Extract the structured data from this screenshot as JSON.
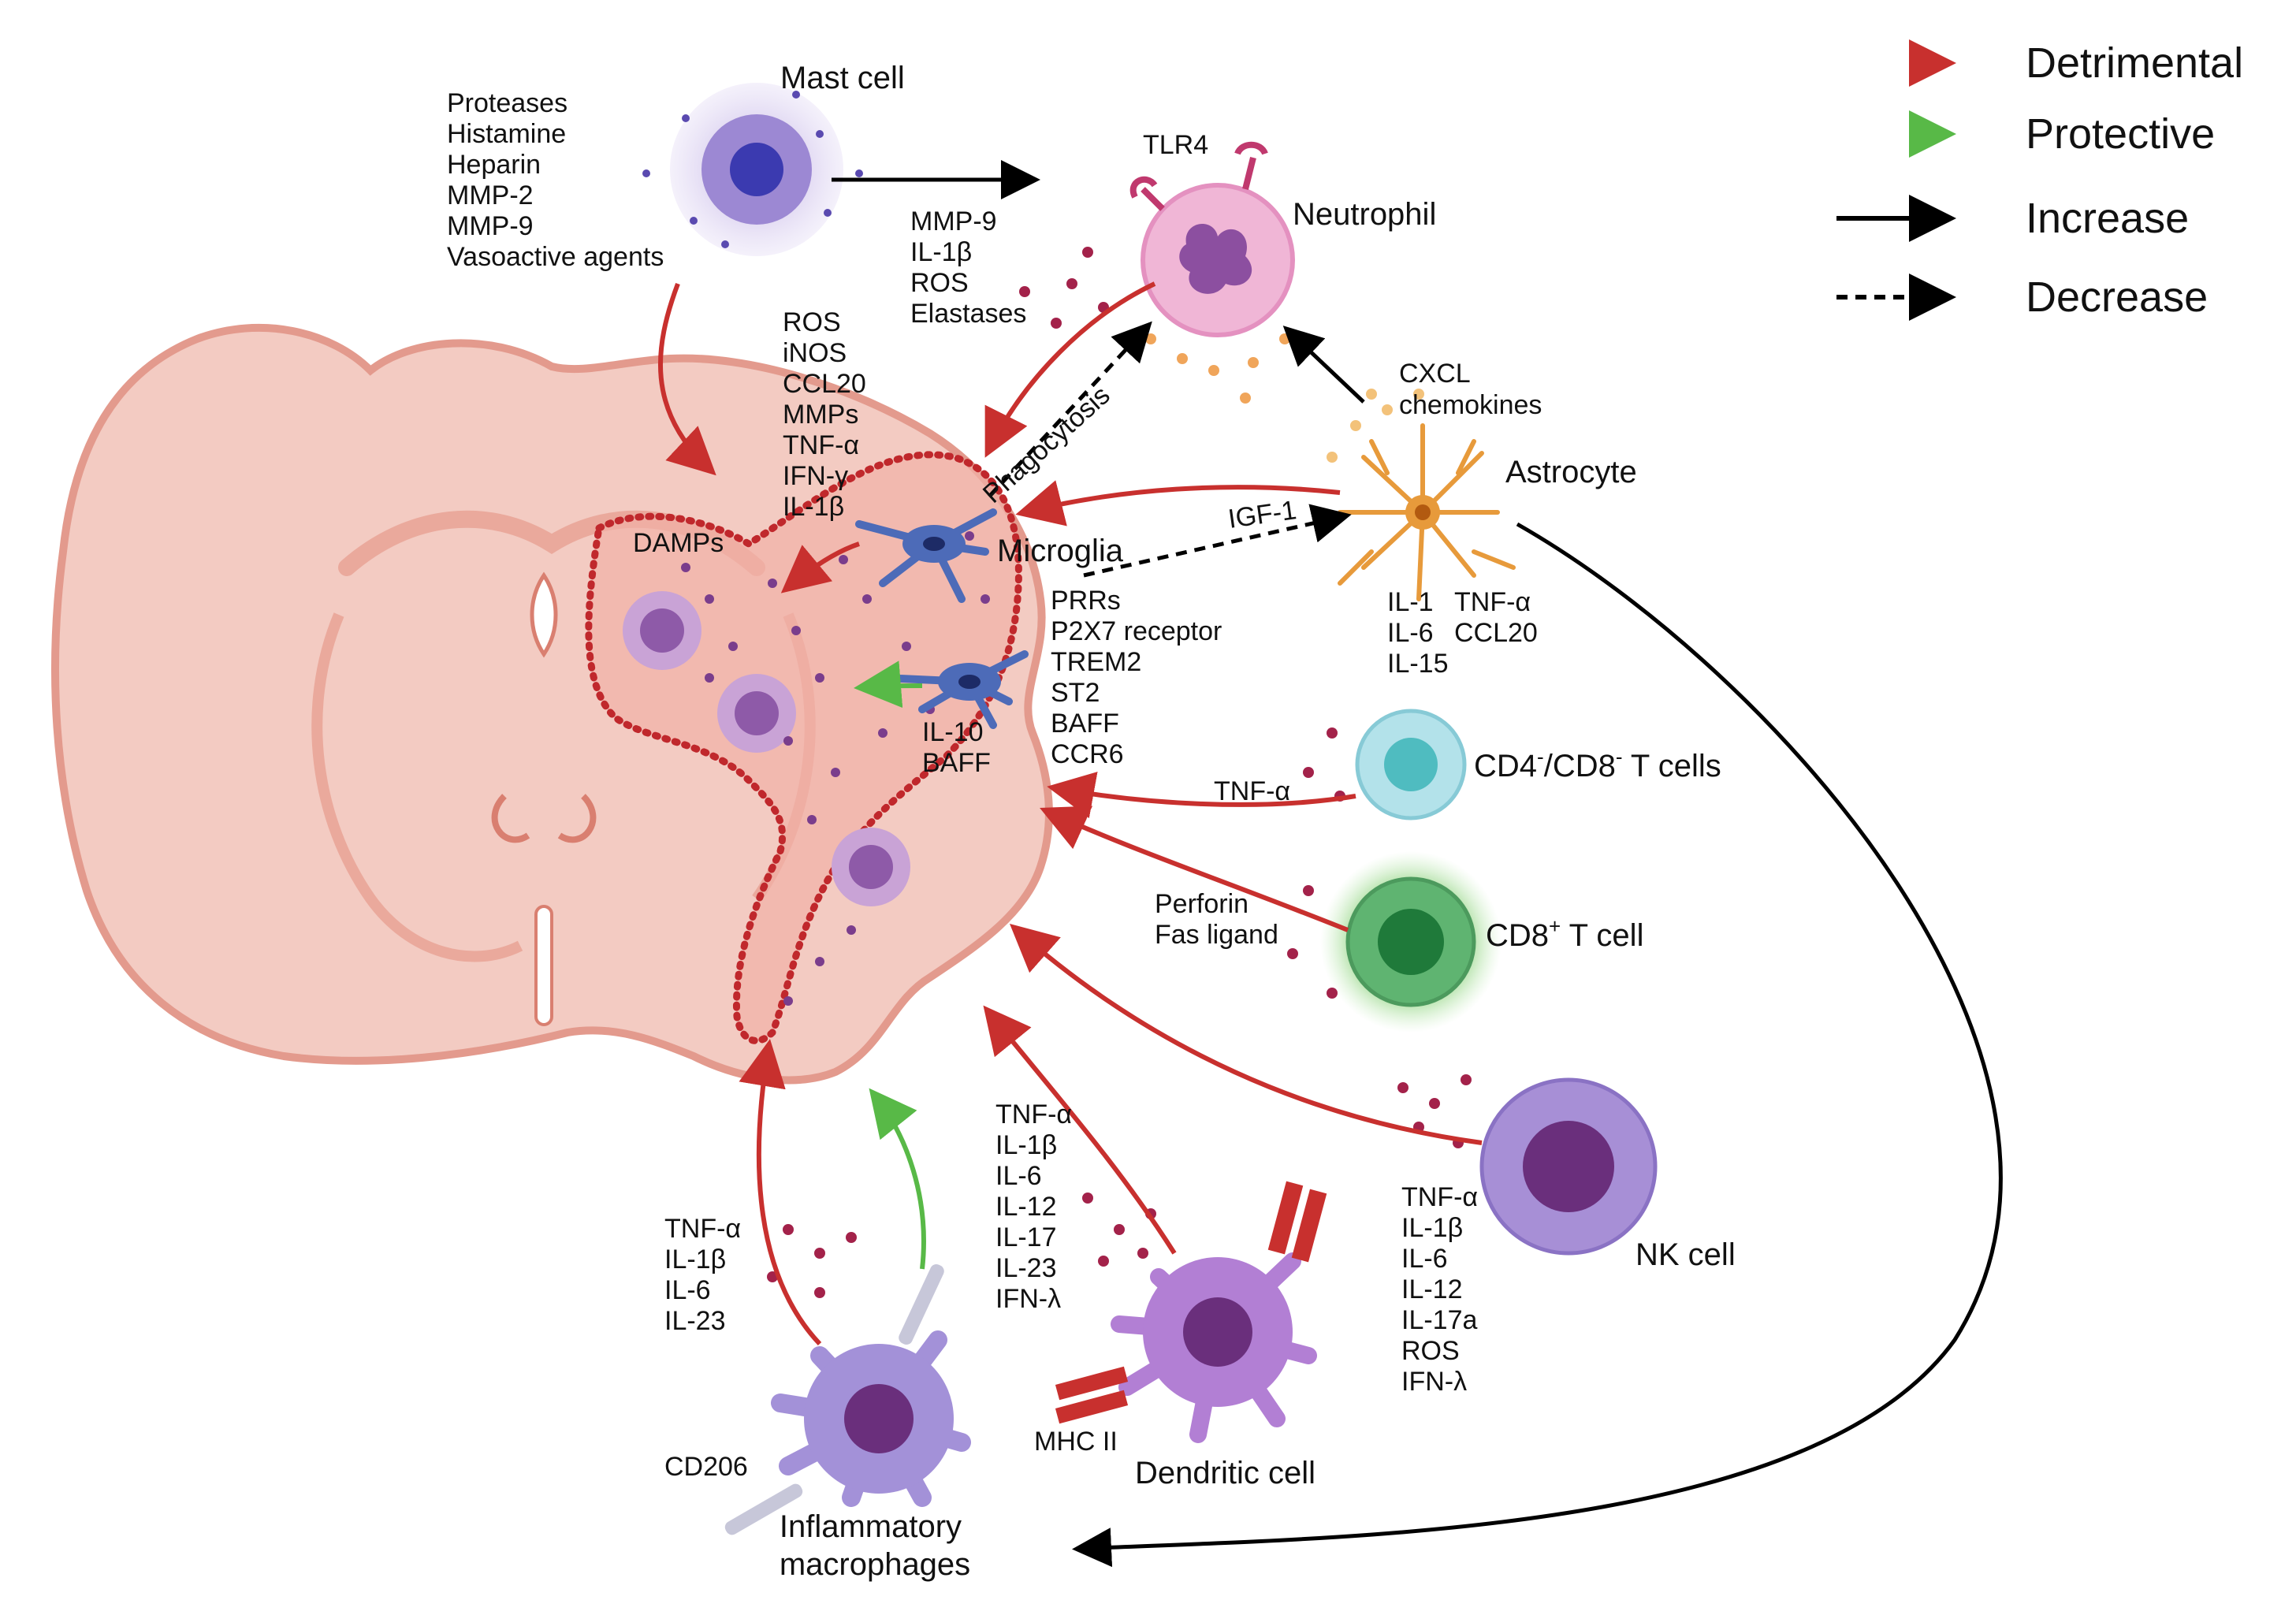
{
  "legend": {
    "detrimental": "Detrimental",
    "protective": "Protective",
    "increase": "Increase",
    "decrease": "Decrease"
  },
  "colors": {
    "detrimental": "#c8302e",
    "protective": "#58b947",
    "increase": "#000000",
    "brain": "#f2c9c1",
    "brain_outline": "#e59a8e",
    "lesion_border": "#c0282c"
  },
  "cells": {
    "mast": "Mast cell",
    "neutrophil": "Neutrophil",
    "astrocyte": "Astrocyte",
    "microglia": "Microglia",
    "cd4cd8": {
      "prefix": "CD4",
      "mid": "/CD8",
      "suffix": " T cells",
      "sup1": "-",
      "sup2": "-"
    },
    "cd8": {
      "prefix": "CD8",
      "sup": "+",
      "suffix": " T cell"
    },
    "nk": "NK cell",
    "dendritic": "Dendritic cell",
    "macrophages": [
      "Inflammatory",
      "macrophages"
    ]
  },
  "labels": {
    "tlr4": "TLR4",
    "damps": "DAMPs",
    "phagocytosis": "Phagocytosis",
    "igf1": "IGF-1",
    "cxcl": [
      "CXCL",
      "chemokines"
    ],
    "tnf_cd4": "TNF-α",
    "mhc2": "MHC II",
    "cd206": "CD206"
  },
  "lists": {
    "mast_mediators": [
      "Proteases",
      "Histamine",
      "Heparin",
      "MMP-2",
      "MMP-9",
      "Vasoactive agents"
    ],
    "neutrophil_mediators": [
      "MMP-9",
      "IL-1β",
      "ROS",
      "Elastases"
    ],
    "microglia_mediators": [
      "ROS",
      "iNOS",
      "CCL20",
      "MMPs",
      "TNF-α",
      "IFN-γ",
      "IL-1β"
    ],
    "microglia_receptors": [
      "PRRs",
      "P2X7 receptor",
      "TREM2",
      "ST2",
      "BAFF",
      "CCR6"
    ],
    "microglia_protective": [
      "IL-10",
      "BAFF"
    ],
    "astro_left": [
      "IL-1",
      "IL-6",
      "IL-15"
    ],
    "astro_right": [
      "TNF-α",
      "CCL20"
    ],
    "cd8_mediators": [
      "Perforin",
      "Fas ligand"
    ],
    "dc_mediators": [
      "TNF-α",
      "IL-1β",
      "IL-6",
      "IL-12",
      "IL-17",
      "IL-23",
      "IFN-λ"
    ],
    "nk_mediators": [
      "TNF-α",
      "IL-1β",
      "IL-6",
      "IL-12",
      "IL-17a",
      "ROS",
      "IFN-λ"
    ],
    "mac_mediators": [
      "TNF-α",
      "IL-1β",
      "IL-6",
      "IL-23"
    ]
  }
}
